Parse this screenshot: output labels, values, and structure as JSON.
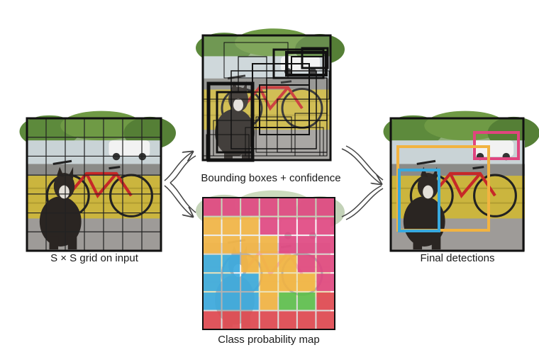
{
  "captions": {
    "input": "S × S grid on input",
    "bboxes": "Bounding boxes + confidence",
    "classmap": "Class probability map",
    "final": "Final detections"
  },
  "grid": {
    "rows": 7,
    "cols": 7
  },
  "class_map": [
    [
      "m",
      "m",
      "m",
      "m",
      "m",
      "m",
      "m"
    ],
    [
      "y",
      "y",
      "y",
      "m",
      "m",
      "m",
      "m"
    ],
    [
      "y",
      "y",
      "y",
      "y",
      "m",
      "m",
      "m"
    ],
    [
      "b",
      "b",
      "y",
      "y",
      "y",
      "m",
      "m"
    ],
    [
      "b",
      "b",
      "b",
      "y",
      "y",
      "y",
      "m"
    ],
    [
      "b",
      "b",
      "b",
      "y",
      "g",
      "g",
      "r"
    ],
    [
      "r",
      "r",
      "r",
      "r",
      "r",
      "r",
      "r"
    ]
  ],
  "class_colors": {
    "m": "#e0457f",
    "y": "#f2b340",
    "b": "#38a9de",
    "g": "#5cbf4a",
    "r": "#e0464e"
  },
  "detection_colors": {
    "car": "#e0457f",
    "bicycle": "#f2b340",
    "dog": "#38a9de"
  }
}
